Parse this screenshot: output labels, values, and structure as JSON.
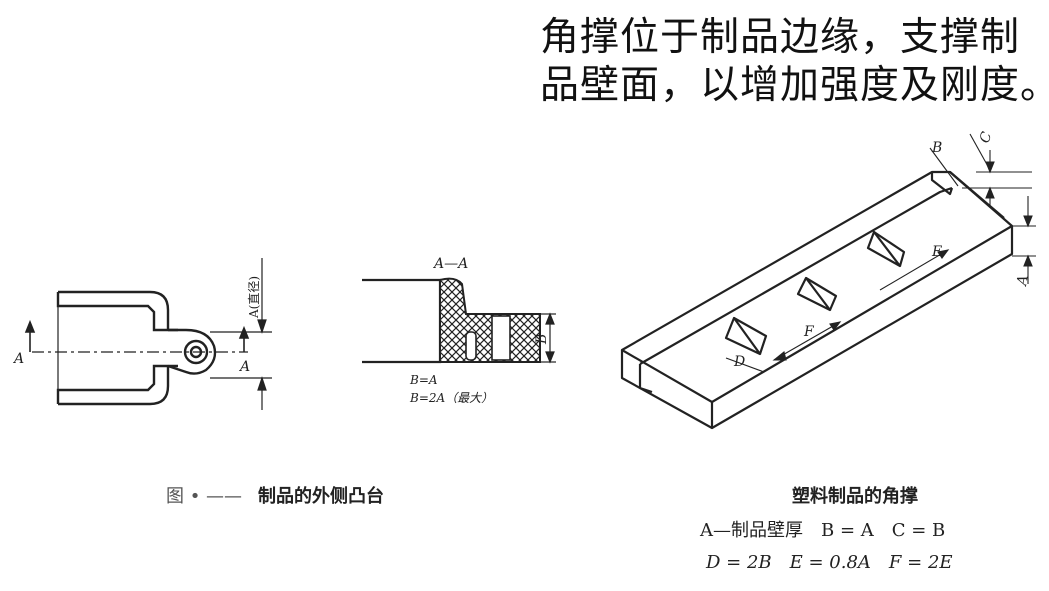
{
  "heading": {
    "line1": "角撑位于制品边缘，支撑制",
    "line2": "品壁面，以增加强度及刚度。"
  },
  "left_figure": {
    "section_marker": "A",
    "dimension_label": "A(直径)",
    "side_label": "A",
    "caption_prefix": "图 • ——",
    "caption": "制品的外侧凸台"
  },
  "middle_figure": {
    "section_title": "A—A",
    "dimension_label": "B",
    "rule1": "B=A",
    "rule2": "B=2A（最大）"
  },
  "right_figure": {
    "labels": {
      "b": "B",
      "c": "C",
      "a": "A",
      "e": "E",
      "f": "F",
      "d": "D"
    },
    "caption": "塑料制品的角撑",
    "formula1": "A—制品壁厚　B = A　C = B",
    "formula2": "D = 2B　E = 0.8A　F = 2E"
  }
}
